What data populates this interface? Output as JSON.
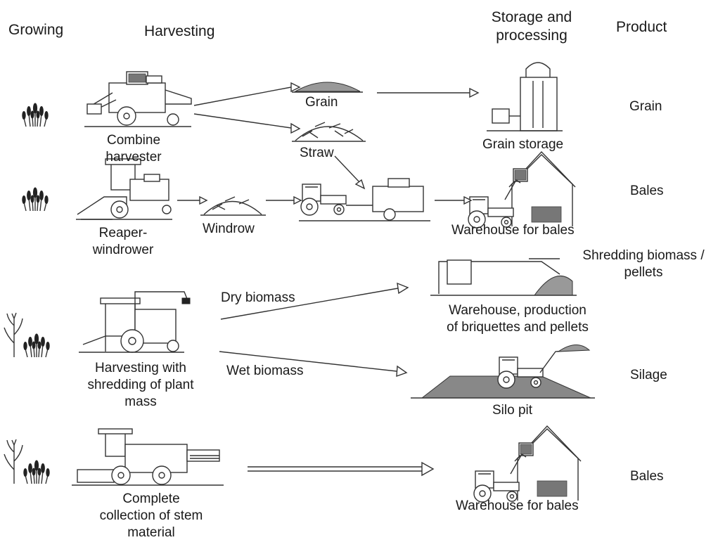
{
  "headers": {
    "growing": "Growing",
    "harvesting": "Harvesting",
    "storage_line1": "Storage and",
    "storage_line2": "processing",
    "product": "Product"
  },
  "machines": {
    "combine_line1": "Combine",
    "combine_line2": "harvester",
    "reaper_line1": "Reaper-",
    "reaper_line2": "windrower",
    "harvesting_shred_line1": "Harvesting with",
    "harvesting_shred_line2": "shredding of plant",
    "harvesting_shred_line3": "mass",
    "complete_line1": "Complete",
    "complete_line2": "collection of stem",
    "complete_line3": "material"
  },
  "intermediates": {
    "grain": "Grain",
    "straw": "Straw",
    "windrow": "Windrow",
    "dry_biomass": "Dry biomass",
    "wet_biomass": "Wet biomass"
  },
  "storage": {
    "grain_storage": "Grain storage",
    "warehouse_bales_1": "Warehouse for bales",
    "warehouse_pellets_line1": "Warehouse, production",
    "warehouse_pellets_line2": "of briquettes and pellets",
    "silo_pit": "Silo pit",
    "warehouse_bales_2": "Warehouse for bales"
  },
  "products": {
    "grain": "Grain",
    "bales_1": "Bales",
    "shredding_line1": "Shredding biomass /",
    "shredding_line2": "pellets",
    "silage": "Silage",
    "bales_2": "Bales"
  },
  "icons": {
    "crop": "wheat-crop-icon",
    "tall_crop": "tall-crop-icon",
    "combine": "combine-harvester-icon",
    "reaper": "reaper-windrower-icon",
    "forage": "forage-harvester-icon",
    "stem": "stem-collector-icon",
    "tractor": "tractor-icon",
    "baler": "baler-icon",
    "silo": "grain-silo-icon",
    "warehouse": "warehouse-icon",
    "silo_pit": "silo-pit-icon"
  }
}
